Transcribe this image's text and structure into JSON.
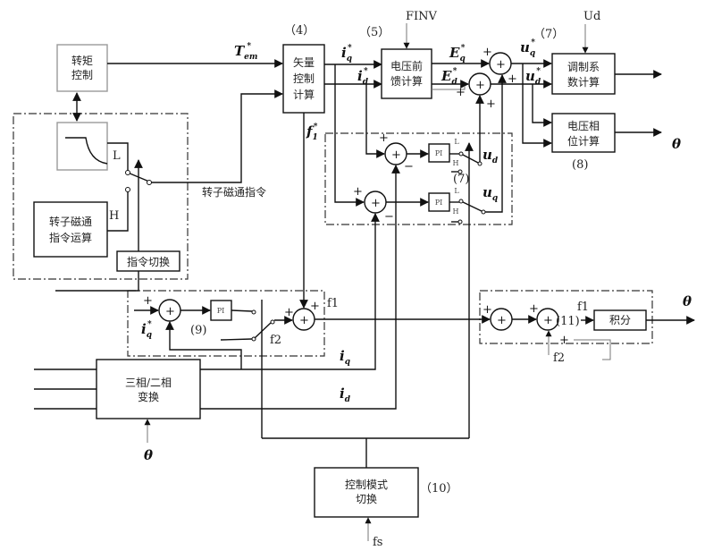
{
  "blocks": {
    "torque_control": [
      "转矩",
      "控制"
    ],
    "vector_control": [
      "矢量",
      "控制",
      "计算"
    ],
    "voltage_feedforward": [
      "电压前",
      "馈计算"
    ],
    "modulation": [
      "调制系",
      "数计算"
    ],
    "voltage_phase": [
      "电压相",
      "位计算"
    ],
    "flux_command_calc": [
      "转子磁通",
      "指令运算"
    ],
    "command_switch": "指令切换",
    "three_two_phase": [
      "三相/二相",
      "变换"
    ],
    "control_mode_switch": [
      "控制模式",
      "切换"
    ],
    "integral": "积分",
    "pi": "PI"
  },
  "labels": {
    "n4": "（4）",
    "n5": "（5）",
    "n7": "（7）",
    "n7b": "(7)",
    "n8": "(8)",
    "n9": "(9)",
    "n10": "（10）",
    "n11": "(11)",
    "finv": "FINV",
    "ud": "Ud",
    "fs": "fs",
    "f1": "f1",
    "f2": "f2",
    "flux_command": "转子磁通指令",
    "L": "L",
    "H": "H",
    "plus": "+",
    "minus": "−",
    "theta": "θ",
    "T": "T",
    "em": "em",
    "i": "i",
    "q": "q",
    "d": "d",
    "E": "E",
    "u": "u",
    "f": "f",
    "one": "1",
    "star": "*"
  }
}
